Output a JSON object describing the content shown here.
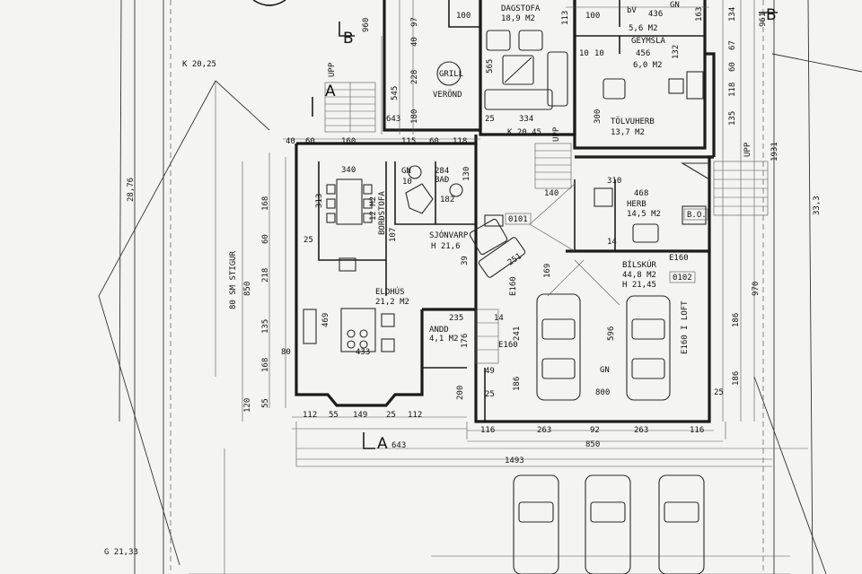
{
  "rooms": {
    "dagstofa": {
      "name": "DAGSTOFA",
      "area": "18,9 M2"
    },
    "geymsla": {
      "name": "GEYMSLA",
      "dim": "456",
      "area": "6,0 M2"
    },
    "tolvuherb": {
      "name": "TÖLVUHERB",
      "area": "13,7 M2"
    },
    "herb": {
      "name": "HERB",
      "area": "14,5 M2"
    },
    "bordstofa": {
      "name": "BORÐSTOFA",
      "area": "12 M2"
    },
    "bad": {
      "name": "BAÐ",
      "dim": "284"
    },
    "sjonvarp": {
      "name": "SJÓNVARP",
      "height": "H 21,6"
    },
    "eldhus": {
      "name": "ELDHÚS",
      "area": "21,2 M2"
    },
    "andd": {
      "name": "ANDD",
      "area": "4,1 M2"
    },
    "bilskur": {
      "name": "BÍLSKÚR",
      "area": "44,8 M2",
      "height": "H 21,45"
    },
    "verond": {
      "name": "VERÖND"
    },
    "grill": {
      "name": "GRILL"
    }
  },
  "tags": {
    "t0101": "0101",
    "t0102": "0102",
    "bo": "B.O.",
    "gn1": "GN",
    "gn2": "GN",
    "gn3": "GN",
    "bv": "bV",
    "e160a": "E160",
    "e160b": "E160",
    "e160c": "E160",
    "e160loft": "E160 I LOFT",
    "upp1": "UPP",
    "upp2": "UPP",
    "upp3": "UPP"
  },
  "elevations": {
    "k2025": "K 20,25",
    "k2045": "K 20,45",
    "g2133": "G 21,33"
  },
  "sections": {
    "a_top": "A",
    "a_bottom": "A",
    "b_left": "B",
    "b_right": "B"
  },
  "notes": {
    "stigur": "80 SM STIGUR"
  },
  "dims": {
    "d100": "100",
    "d960": "960",
    "d97": "97",
    "d40": "40",
    "d113": "113",
    "d100b": "100",
    "d10a": "10",
    "d436": "436",
    "d163": "163",
    "d134": "134",
    "d56": "5,6 M2",
    "d132": "132",
    "d10b": "10",
    "d545": "545",
    "d228": "228",
    "d565": "565",
    "d180": "180",
    "d643a": "643",
    "d25a": "25",
    "d334": "334",
    "d300": "300",
    "d961": "961",
    "d67": "67",
    "d60": "60",
    "d118": "118",
    "d135": "135",
    "d1931": "1931",
    "d333": "33,3",
    "d2876": "28,76",
    "d40b": "40",
    "d60b": "60",
    "d160": "160",
    "d115": "115",
    "d60c": "60",
    "d118b": "118",
    "d340": "340",
    "d313": "313",
    "d168": "168",
    "d25b": "25",
    "d850v": "850",
    "d218": "218",
    "d60d": "60",
    "d135b": "135",
    "d168b": "168",
    "d120": "120",
    "d55": "55",
    "d469": "469",
    "d80": "80",
    "d433": "433",
    "d107": "107",
    "d182": "182",
    "d130": "130",
    "d10c": "10",
    "d310": "310",
    "d468": "468",
    "d140": "140",
    "d14": "14",
    "d39": "39",
    "d251": "251",
    "d169": "169",
    "d596": "596",
    "d235": "235",
    "d176": "176",
    "d14b": "14",
    "d241": "241",
    "d186a": "186",
    "d49": "49",
    "d200": "200",
    "d25c": "25",
    "d800": "800",
    "d970": "970",
    "d186b": "186",
    "d186c": "186",
    "d25d": "25",
    "d112a": "112",
    "d55b": "55",
    "d149": "149",
    "d25e": "25",
    "d112b": "112",
    "d643b": "643",
    "d116a": "116",
    "d263a": "263",
    "d92": "92",
    "d263b": "263",
    "d116b": "116",
    "d850h": "850",
    "d1493": "1493"
  }
}
